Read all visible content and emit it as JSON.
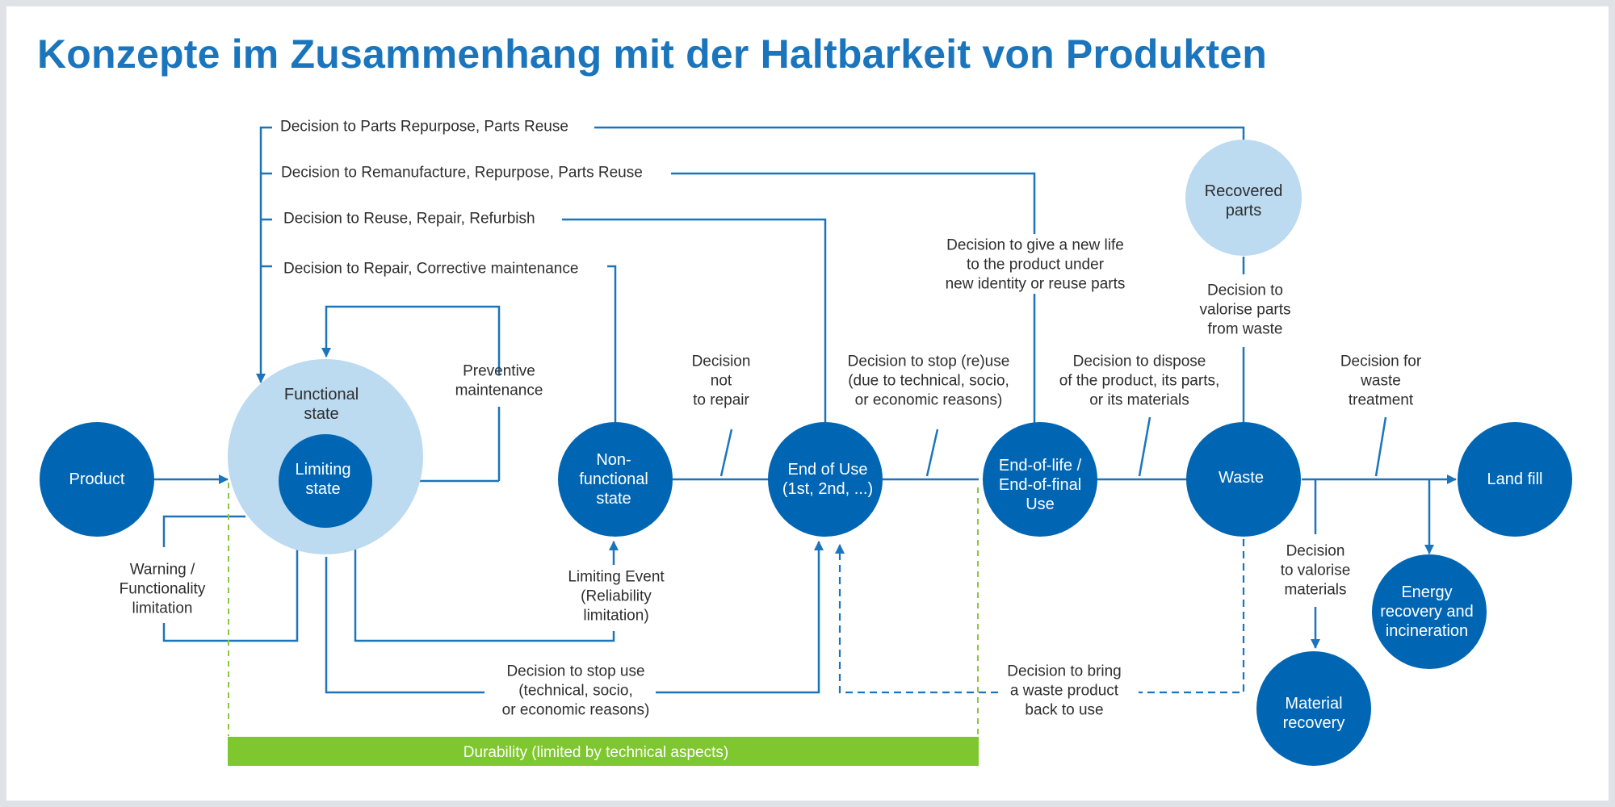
{
  "title": "Konzepte im Zusammenhang mit der Haltbarkeit von Produkten",
  "colors": {
    "dark_blue": "#0066b3",
    "light_blue": "#bcdaf0",
    "line_blue": "#1b75bc",
    "green": "#7fc72e",
    "green_dashed": "#8cc63f",
    "text": "#2e2e2e"
  },
  "nodes": {
    "product": [
      "Product"
    ],
    "functional_state": [
      "Functional",
      "state"
    ],
    "limiting_state": [
      "Limiting",
      "state"
    ],
    "non_functional": [
      "Non-",
      "functional",
      "state"
    ],
    "end_of_use": [
      "End of Use",
      "(1st, 2nd, ...)"
    ],
    "end_of_life": [
      "End-of-life /",
      "End-of-final",
      "Use"
    ],
    "waste": [
      "Waste"
    ],
    "recovered_parts": [
      "Recovered",
      "parts"
    ],
    "land_fill": [
      "Land fill"
    ],
    "energy_recovery": [
      "Energy",
      "recovery and",
      "incineration"
    ],
    "material_recovery": [
      "Material",
      "recovery"
    ]
  },
  "labels": {
    "parts_repurpose": "Decision to Parts Repurpose, Parts Reuse",
    "remanufacture": "Decision to Remanufacture, Repurpose, Parts Reuse",
    "reuse_repair": "Decision to Reuse, Repair, Refurbish",
    "repair_corrective": "Decision to Repair, Corrective maintenance",
    "preventive": [
      "Preventive",
      "maintenance"
    ],
    "warning": [
      "Warning /",
      "Functionality",
      "limitation"
    ],
    "limiting_event": [
      "Limiting Event",
      "(Reliability",
      "limitation)"
    ],
    "not_repair": [
      "Decision",
      "not",
      "to repair"
    ],
    "stop_reuse": [
      "Decision to stop (re)use",
      "(due to technical, socio,",
      "or economic reasons)"
    ],
    "new_life": [
      "Decision to give a new life",
      "to the product under",
      "new identity or reuse parts"
    ],
    "dispose": [
      "Decision to dispose",
      "of the product, its parts,",
      "or its materials"
    ],
    "valorise_parts": [
      "Decision to",
      "valorise parts",
      "from waste"
    ],
    "waste_treatment": [
      "Decision for",
      "waste",
      "treatment"
    ],
    "valorise_materials": [
      "Decision",
      "to valorise",
      "materials"
    ],
    "stop_use": [
      "Decision to stop use",
      "(technical, socio,",
      "or economic reasons)"
    ],
    "bring_back": [
      "Decision to bring",
      "a waste product",
      "back to use"
    ],
    "durability": "Durability (limited by technical aspects)"
  }
}
